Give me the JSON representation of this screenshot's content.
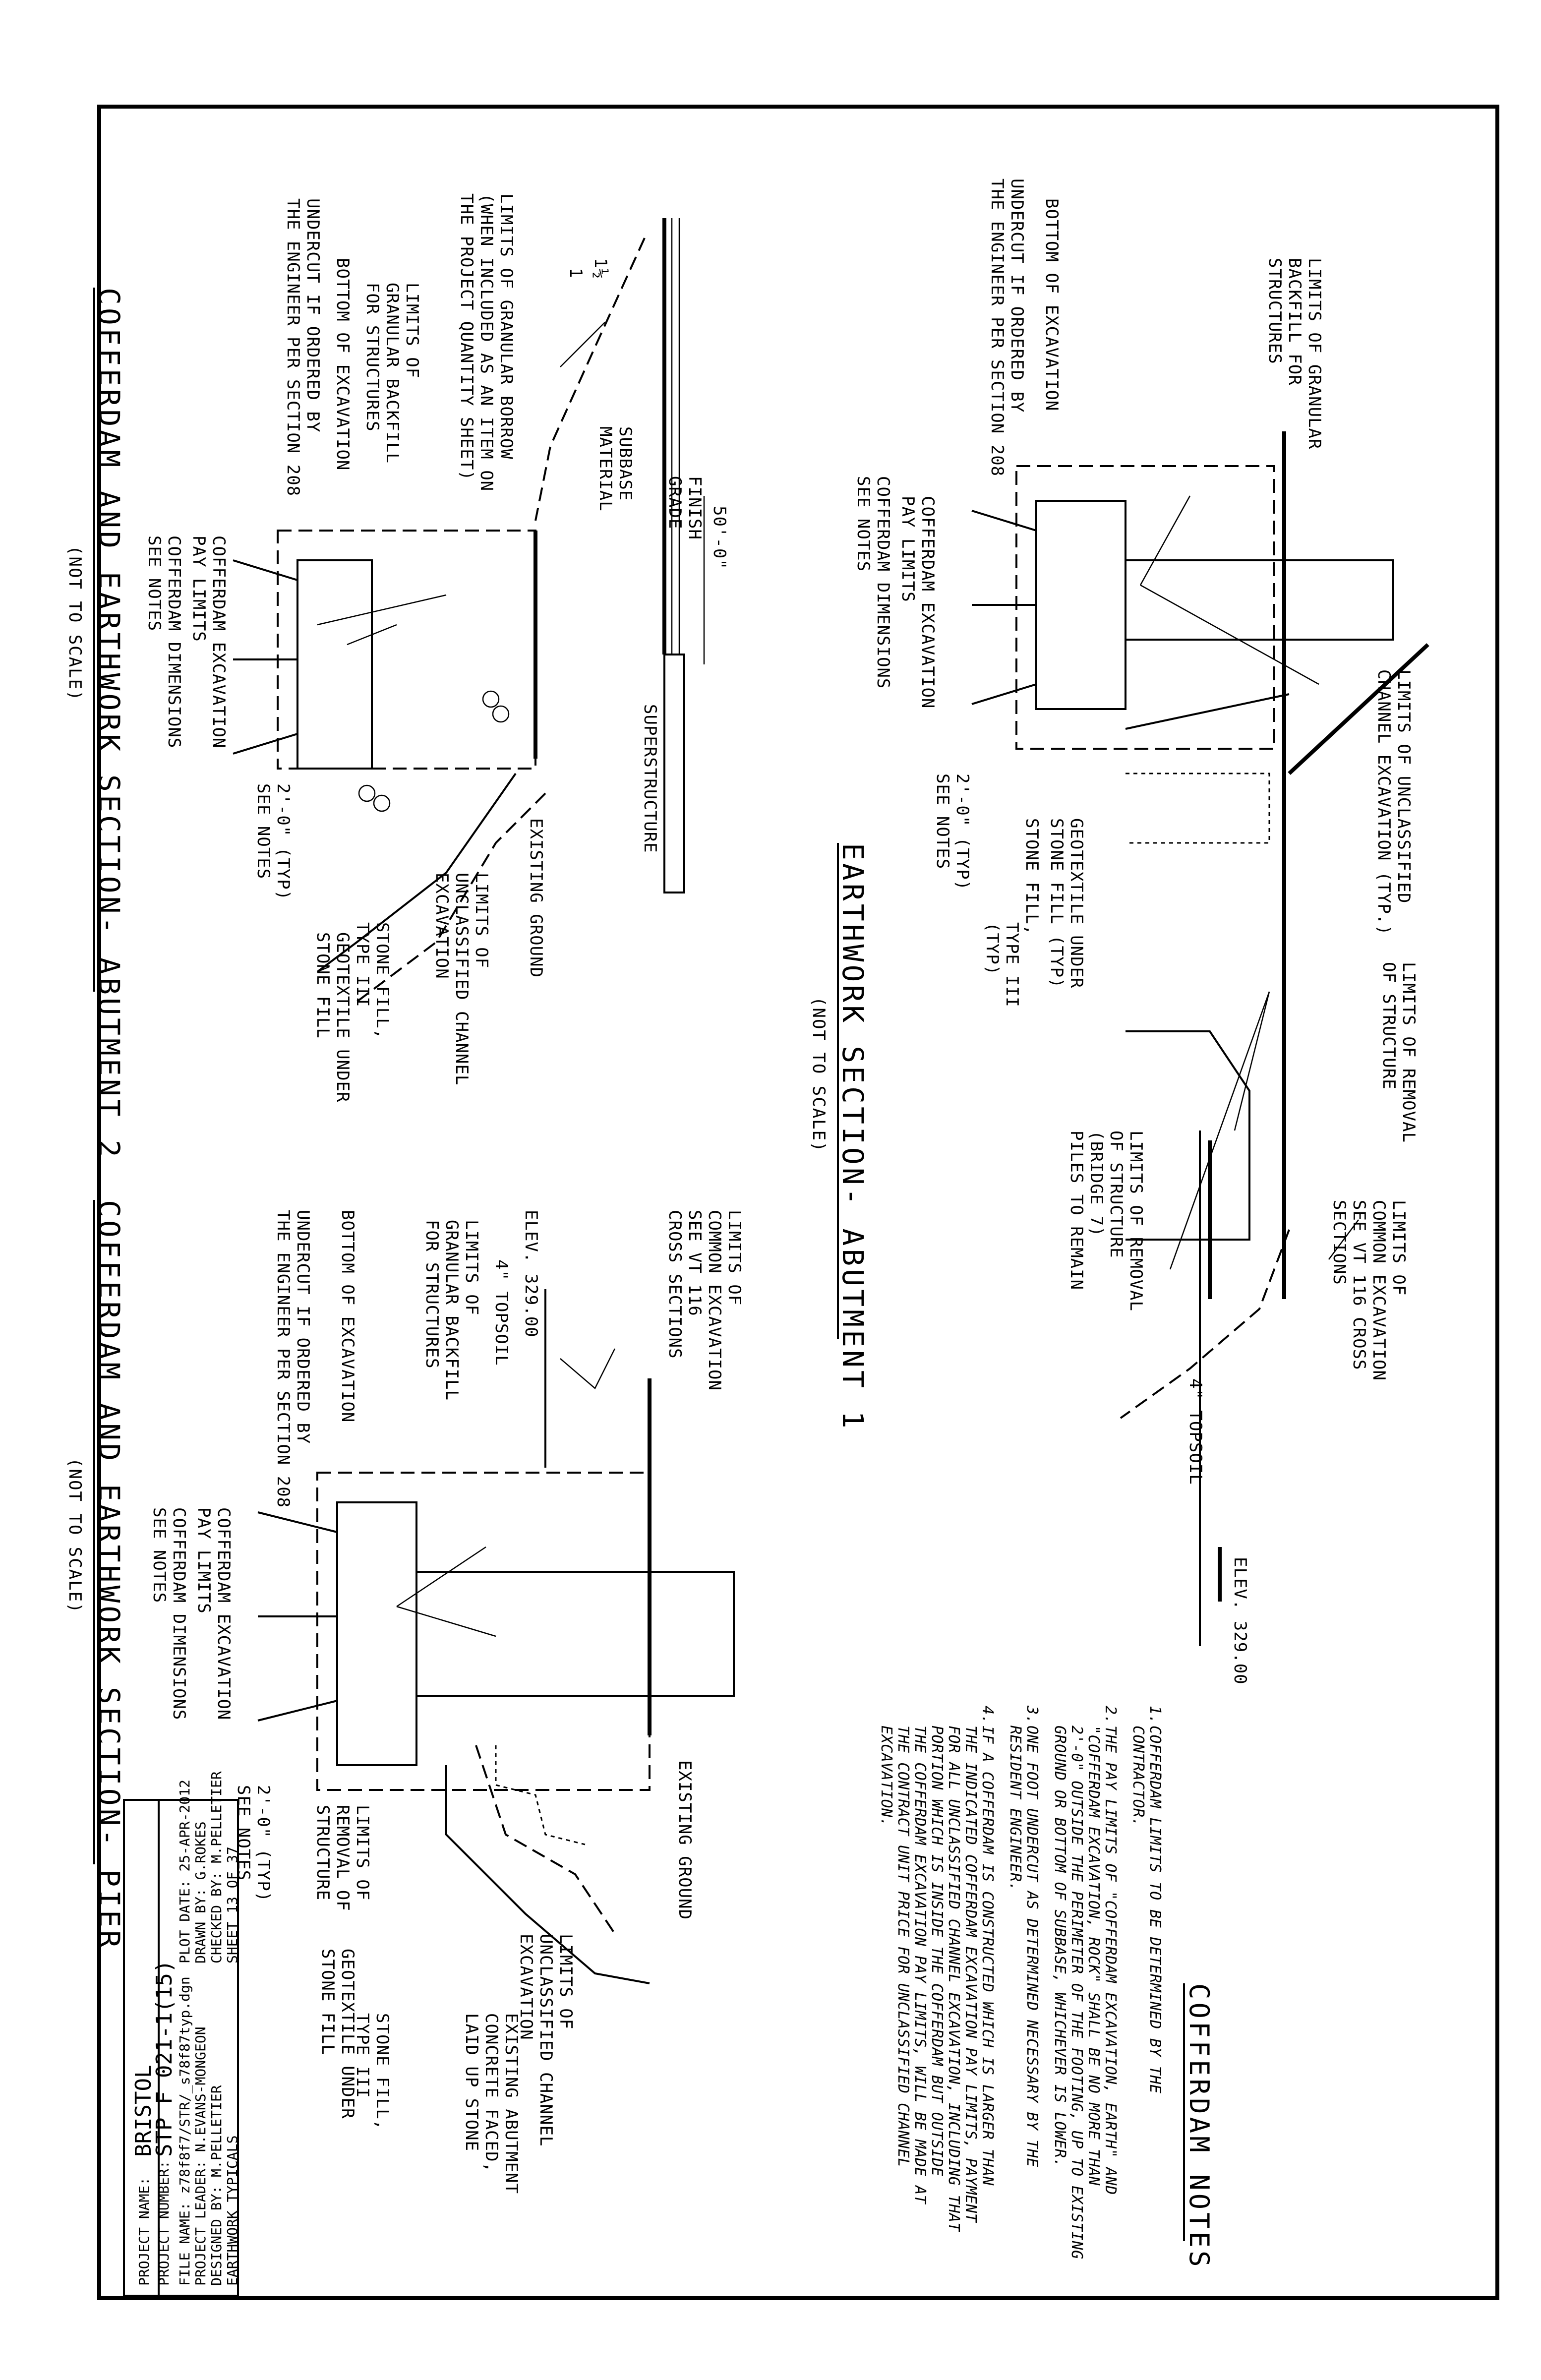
{
  "sheet": {
    "project_name_label": "PROJECT NAME:",
    "project_name": "BRISTOL",
    "project_number_label": "PROJECT NUMBER:",
    "project_number": "STP F 021-1(15)",
    "file_name": "FILE NAME: z78f8f7/STR/_s78f87typ.dgn",
    "project_leader": "PROJECT LEADER: N.EVANS-MONGEON",
    "designed_by": "DESIGNED BY: M.PELLETIER",
    "earthwork_typicals": "EARTHWORK TYPICALS",
    "plot_date": "PLOT DATE: 25-APR-2012",
    "drawn_by": "DRAWN BY: G.ROKES",
    "checked_by": "CHECKED BY: M.PELLETIER",
    "sheet_no": "SHEET 13 OF 37"
  },
  "notes": {
    "title": "COFFERDAM NOTES",
    "n1_num": "1.",
    "n1": [
      "COFFERDAM LIMITS TO BE DETERMINED BY THE",
      "CONTRACTOR."
    ],
    "n2_num": "2.",
    "n2": [
      "THE PAY LIMITS OF \"COFFERDAM EXCAVATION, EARTH\" AND",
      "\"COFFERDAM EXCAVATION, ROCK\" SHALL BE NO MORE THAN",
      "2'-0\" OUTSIDE THE PERIMETER OF THE FOOTING, UP TO EXISTING",
      "GROUND OR BOTTOM OF SUBBASE, WHICHEVER IS LOWER."
    ],
    "n3_num": "3.",
    "n3": [
      "ONE FOOT UNDERCUT AS DETERMINED NECESSARY BY THE",
      "RESIDENT ENGINEER."
    ],
    "n4_num": "4.",
    "n4": [
      "IF A COFFERDAM IS CONSTRUCTED WHICH IS LARGER THAN",
      "THE INDICATED COFFERDAM EXCAVATION PAY LIMITS, PAYMENT",
      "FOR ALL UNCLASSIFIED CHANNEL EXCAVATION, INCLUDING THAT",
      "PORTION WHICH IS INSIDE THE COFFERDAM BUT OUTSIDE",
      "THE COFFERDAM EXCAVATION PAY LIMITS, WILL BE MADE AT",
      "THE CONTRACT UNIT PRICE FOR UNCLASSIFIED CHANNEL",
      "EXCAVATION."
    ]
  },
  "section_abutment1": {
    "title": "EARTHWORK SECTION- ABUTMENT 1",
    "subtitle": "(NOT TO SCALE)",
    "granular_backfill": [
      "LIMITS OF GRANULAR",
      "BACKFILL FOR",
      "STRUCTURES"
    ],
    "bottom_excavation": "BOTTOM OF EXCAVATION",
    "undercut": [
      "UNDERCUT IF ORDERED BY",
      "THE ENGINEER PER SECTION 208"
    ],
    "cofferdam_pay": [
      "COFFERDAM EXCAVATION",
      "PAY LIMITS"
    ],
    "cofferdam_dims": [
      "COFFERDAM DIMENSIONS",
      "SEE NOTES"
    ],
    "unclassified": [
      "LIMITS OF UNCLASSIFIED",
      "CHANNEL EXCAVATION (TYP.)"
    ],
    "two_ft": [
      "2'-0\" (TYP)",
      "SEE NOTES"
    ],
    "geotextile": [
      "GEOTEXTILE UNDER",
      "STONE FILL (TYP)"
    ],
    "stone_fill": [
      "STONE FILL,",
      "TYPE III",
      "(TYP)"
    ],
    "removal_structure": [
      "LIMITS OF REMOVAL",
      "OF STRUCTURE"
    ],
    "removal_bridge": [
      "LIMITS OF REMOVAL",
      "OF STRUCTURE",
      "(BRIDGE 7)",
      "PILES TO REMAIN"
    ],
    "common_excavation": [
      "LIMITS OF",
      "COMMON EXCAVATION",
      "SEE VT 116 CROSS",
      "SECTIONS"
    ],
    "topsoil": "4\" TOPSOIL",
    "elev": "ELEV. 329.00"
  },
  "section_abutment2": {
    "title": "COFFERDAM AND EARTHWORK SECTION- ABUTMENT 2",
    "subtitle": "(NOT TO SCALE)",
    "undercut": [
      "UNDERCUT IF ORDERED BY",
      "THE ENGINEER PER SECTION 208"
    ],
    "bottom_excavation": "BOTTOM OF EXCAVATION",
    "granular_backfill": [
      "LIMITS OF",
      "GRANULAR BACKFILL",
      "FOR STRUCTURES"
    ],
    "granular_borrow": [
      "LIMITS OF GRANULAR BORROW",
      "(WHEN INCLUDED AS AN ITEM ON",
      "THE PROJECT QUANTITY SHEET)"
    ],
    "slope_a": "1",
    "slope_b": "1½",
    "subbase": [
      "SUBBASE",
      "MATERIAL"
    ],
    "finish_grade": [
      "FINISH",
      "GRADE"
    ],
    "dimension": "50'-0\"",
    "superstructure": "SUPERSTRUCTURE",
    "existing_ground": "EXISTING GROUND",
    "cofferdam_pay": [
      "COFFERDAM EXCAVATION",
      "PAY LIMITS"
    ],
    "cofferdam_dims": [
      "COFFERDAM DIMENSIONS",
      "SEE NOTES"
    ],
    "two_ft": [
      "2'-0\" (TYP)",
      "SEE NOTES"
    ],
    "unclassified": [
      "LIMITS OF",
      "UNCLASSIFIED CHANNEL",
      "EXCAVATION"
    ],
    "stone_fill": [
      "STONE FILL,",
      "TYPE III"
    ],
    "geotextile": [
      "GEOTEXTILE UNDER",
      "STONE FILL"
    ]
  },
  "section_pier": {
    "title": "COFFERDAM AND EARTHWORK SECTION- PIER",
    "subtitle": "(NOT TO SCALE)",
    "undercut": [
      "UNDERCUT IF ORDERED BY",
      "THE ENGINEER PER SECTION 208"
    ],
    "bottom_excavation": "BOTTOM OF EXCAVATION",
    "granular_backfill": [
      "LIMITS OF",
      "GRANULAR BACKFILL",
      "FOR STRUCTURES"
    ],
    "topsoil": "4\" TOPSOIL",
    "elev": "ELEV. 329.00",
    "common_excavation": [
      "LIMITS OF",
      "COMMON EXCAVATION",
      "SEE VT 116",
      "CROSS SECTIONS"
    ],
    "cofferdam_pay": [
      "COFFERDAM EXCAVATION",
      "PAY LIMITS"
    ],
    "cofferdam_dims": [
      "COFFERDAM DIMENSIONS",
      "SEE NOTES"
    ],
    "two_ft": [
      "2'-0\" (TYP)",
      "SEE NOTES"
    ],
    "existing_ground": "EXISTING GROUND",
    "removal": [
      "LIMITS OF",
      "REMOVAL OF",
      "STRUCTURE"
    ],
    "unclassified": [
      "LIMITS OF",
      "UNCLASSIFIED CHANNEL",
      "EXCAVATION"
    ],
    "existing_abutment": [
      "EXISTING ABUTMENT",
      "CONCRETE FACED,",
      "LAID UP STONE"
    ],
    "stone_fill": [
      "STONE FILL,",
      "TYPE III"
    ],
    "geotextile": [
      "GEOTEXTILE UNDER",
      "STONE FILL"
    ]
  }
}
